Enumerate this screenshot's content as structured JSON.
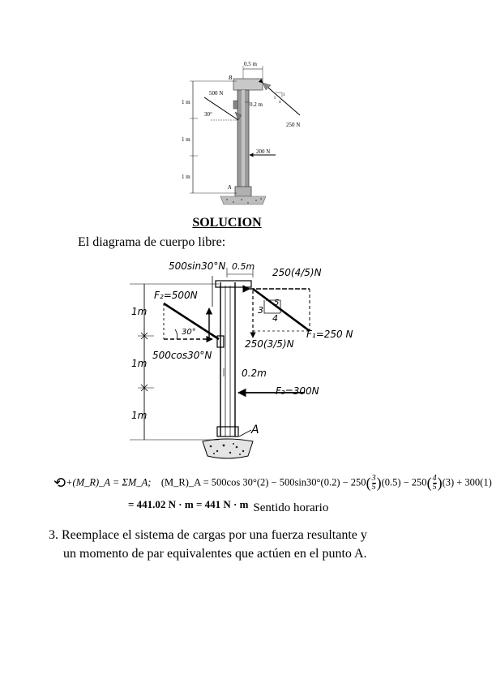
{
  "fig1": {
    "dim_top": "0.5 m",
    "label_b": "B",
    "label_a": "A",
    "f500": "500 N",
    "angle": "30°",
    "dim_02": "0.2 m",
    "f250": "250 N",
    "f200": "200 N",
    "len1": "1 m",
    "len2": "1 m",
    "len3": "1 m",
    "tri_3": "3",
    "tri_4": "4",
    "tri_5": "5"
  },
  "heading": "SOLUCION",
  "dcl_label": "El diagrama de cuerpo libre:",
  "fig2": {
    "sin_comp": "500sin30°N",
    "dim_top": "0.5m",
    "h_comp": "250(4/5)N",
    "f2": "F₂=500N",
    "angle": "30°",
    "tri_3": "3",
    "tri_4": "4",
    "tri_5": "5",
    "f1": "F₁=250 N",
    "v_comp": "250(3/5)N",
    "cos_comp": "500cos30°N",
    "dim_02": "0.2m",
    "f3": "F₃=300N",
    "label_a": "A",
    "len1": "1m",
    "len2": "1m",
    "len3": "1m"
  },
  "equation": {
    "lhs": "+(M_R)_A = ΣM_A;",
    "rhs_start": "(M_R)_A = 500cos 30°(2) − 500sin30°(0.2) − 250",
    "frac1_num": "3",
    "frac1_den": "5",
    "rhs_mid": "(0.5) − 250",
    "frac2_num": "4",
    "frac2_den": "5",
    "rhs_end": "(3) + 300(1)",
    "result": "= 441.02 N · m = 441 N · m",
    "sense": "Sentido horario"
  },
  "problem3": {
    "number": "3.",
    "line1": "Reemplace el sistema de cargas por una fuerza resultante y",
    "line2": "un momento de par equivalentes que actúen en el punto A."
  }
}
